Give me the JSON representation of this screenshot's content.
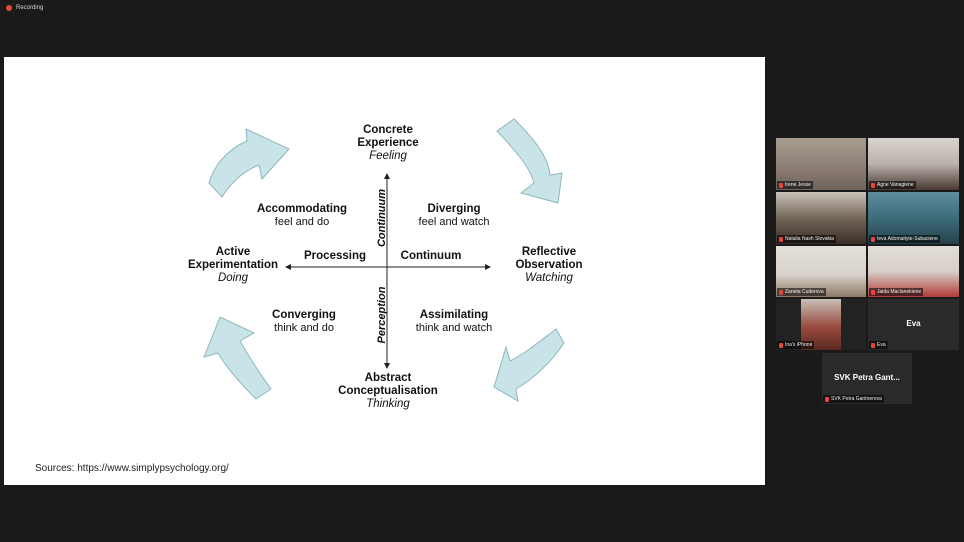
{
  "recording": {
    "label": "Recording"
  },
  "slide": {
    "concrete": {
      "line1": "Concrete",
      "line2": "Experience",
      "sub": "Feeling"
    },
    "reflective": {
      "line1": "Reflective",
      "line2": "Observation",
      "sub": "Watching"
    },
    "abstract": {
      "line1": "Abstract",
      "line2": "Conceptualisation",
      "sub": "Thinking"
    },
    "active": {
      "line1": "Active",
      "line2": "Experimentation",
      "sub": "Doing"
    },
    "accommodating": {
      "title": "Accommodating",
      "sub": "feel and do"
    },
    "diverging": {
      "title": "Diverging",
      "sub": "feel and watch"
    },
    "converging": {
      "title": "Converging",
      "sub": "think and do"
    },
    "assimilating": {
      "title": "Assimilating",
      "sub": "think and watch"
    },
    "processing": "Processing",
    "continuum_h": "Continuum",
    "continuum_v": "Continuum",
    "perception": "Perception",
    "source": "Sources: https://www.simplypsychology.org/",
    "arrow_color": "#c9e4e8",
    "arrow_stroke": "#8fb7bd"
  },
  "participants": [
    {
      "name": "Irene Jesse",
      "photo": "#8a7c72"
    },
    {
      "name": "Agne Vanagiene",
      "photo": "#b9b2aa"
    },
    {
      "name": "Natalia Nash Slovakia",
      "photo": "#6d5f52"
    },
    {
      "name": "Ieva Adomaityte-Subaciene",
      "photo": "#3d6c7a"
    },
    {
      "name": "Zaneta Cuderova",
      "photo": "#d8d3cc"
    },
    {
      "name": "Jaida Maclanekiene",
      "photo": "#d6cfc8"
    },
    {
      "name": "Ina's iPhone",
      "photo": "#9a4a3e"
    },
    {
      "name": "Eva",
      "display": "Eva"
    },
    {
      "name": "SVK Petra Gantnerova",
      "display": "SVK Petra Gant..."
    }
  ]
}
